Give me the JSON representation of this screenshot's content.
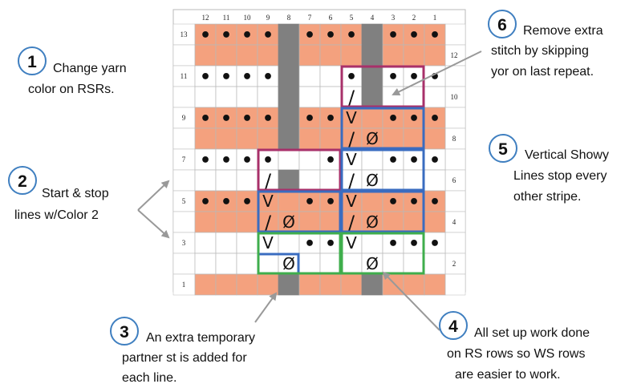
{
  "chart": {
    "column_numbers": [
      "12",
      "11",
      "10",
      "9",
      "8",
      "7",
      "6",
      "5",
      "4",
      "3",
      "2",
      "1"
    ],
    "row_numbers": [
      "13",
      "12",
      "11",
      "10",
      "9",
      "8",
      "7",
      "6",
      "5",
      "4",
      "3",
      "2",
      "1"
    ],
    "colors": {
      "color1_row": "#f4a17e",
      "color2_row": "#ffffff",
      "no_stitch": "#808080",
      "repeat_box_red": "#a8306a",
      "repeat_box_blue": "#3a6cc0",
      "repeat_box_green": "#3fae4c",
      "grid_line": "#b8b8b8"
    },
    "symbols": {
      "purl": "•",
      "yarn_over": "Ø",
      "k2tog": "/",
      "slip": "V"
    },
    "rows": [
      {
        "row": 13,
        "color": "color1",
        "cells": [
          "•",
          "•",
          "•",
          "•",
          "ns",
          "•",
          "•",
          "•",
          "ns",
          "•",
          "•",
          "•"
        ]
      },
      {
        "row": 12,
        "color": "color1",
        "cells": [
          "",
          "",
          "",
          "",
          "ns",
          "",
          "",
          "",
          "ns",
          "",
          "",
          ""
        ]
      },
      {
        "row": 11,
        "color": "color2",
        "cells": [
          "•",
          "•",
          "•",
          "•",
          "ns",
          "",
          "",
          "•",
          "ns",
          "•",
          "•",
          "•"
        ]
      },
      {
        "row": 10,
        "color": "color2",
        "cells": [
          "",
          "",
          "",
          "",
          "ns",
          "",
          "",
          "/",
          "ns",
          "",
          "",
          ""
        ]
      },
      {
        "row": 9,
        "color": "color1",
        "cells": [
          "•",
          "•",
          "•",
          "•",
          "ns",
          "•",
          "•",
          "V",
          "",
          "•",
          "•",
          "•"
        ]
      },
      {
        "row": 8,
        "color": "color1",
        "cells": [
          "",
          "",
          "",
          "",
          "ns",
          "",
          "",
          "/",
          "Ø",
          "",
          "",
          ""
        ]
      },
      {
        "row": 7,
        "color": "color2",
        "cells": [
          "•",
          "•",
          "•",
          "•",
          "",
          "",
          "•",
          "V",
          "",
          "•",
          "•",
          "•"
        ]
      },
      {
        "row": 6,
        "color": "color2",
        "cells": [
          "",
          "",
          "",
          "/",
          "ns",
          "",
          "",
          "/",
          "Ø",
          "",
          "",
          ""
        ]
      },
      {
        "row": 5,
        "color": "color1",
        "cells": [
          "•",
          "•",
          "•",
          "V",
          "",
          "•",
          "•",
          "V",
          "",
          "•",
          "•",
          "•"
        ]
      },
      {
        "row": 4,
        "color": "color1",
        "cells": [
          "",
          "",
          "",
          "/",
          "Ø",
          "",
          "",
          "/",
          "Ø",
          "",
          "",
          ""
        ]
      },
      {
        "row": 3,
        "color": "color2",
        "cells": [
          "",
          "",
          "",
          "V",
          "",
          "•",
          "•",
          "V",
          "",
          "•",
          "•",
          "•"
        ]
      },
      {
        "row": 2,
        "color": "color2",
        "cells": [
          "",
          "",
          "",
          "",
          "Ø",
          "",
          "",
          "",
          "Ø",
          "",
          "",
          ""
        ]
      },
      {
        "row": 1,
        "color": "color1",
        "cells": [
          "",
          "",
          "",
          "",
          "ns",
          "",
          "",
          "",
          "ns",
          "",
          "",
          ""
        ]
      }
    ],
    "repeat_boxes": [
      {
        "color": "red",
        "col_from": 5,
        "col_to": 2,
        "row_from": 11,
        "row_to": 10
      },
      {
        "color": "blue",
        "col_from": 5,
        "col_to": 2,
        "row_from": 9,
        "row_to": 8
      },
      {
        "color": "red",
        "col_from": 9,
        "col_to": 6,
        "row_from": 7,
        "row_to": 6
      },
      {
        "color": "blue",
        "col_from": 5,
        "col_to": 2,
        "row_from": 7,
        "row_to": 6
      },
      {
        "color": "blue",
        "col_from": 9,
        "col_to": 6,
        "row_from": 5,
        "row_to": 4
      },
      {
        "color": "blue",
        "col_from": 5,
        "col_to": 2,
        "row_from": 5,
        "row_to": 4
      },
      {
        "color": "blue",
        "col_from": 9,
        "col_to": 8,
        "row_from": 2,
        "row_to": 2
      },
      {
        "color": "green",
        "col_from": 9,
        "col_to": 6,
        "row_from": 3,
        "row_to": 2
      },
      {
        "color": "green",
        "col_from": 5,
        "col_to": 2,
        "row_from": 3,
        "row_to": 2
      }
    ]
  },
  "notes": [
    {
      "number": "1",
      "lines": [
        "Change yarn",
        "color on RSRs."
      ]
    },
    {
      "number": "2",
      "lines": [
        "Start & stop",
        "lines w/Color 2"
      ]
    },
    {
      "number": "3",
      "lines": [
        "An extra temporary",
        "partner st is added for",
        "each line."
      ]
    },
    {
      "number": "4",
      "lines": [
        "All set up work done",
        "on RS rows so WS rows",
        "are easier to work."
      ]
    },
    {
      "number": "5",
      "lines": [
        "Vertical Showy",
        "Lines stop every",
        "other stripe."
      ]
    },
    {
      "number": "6",
      "lines": [
        "Remove extra",
        "stitch by skipping",
        "yor on last repeat."
      ]
    }
  ]
}
